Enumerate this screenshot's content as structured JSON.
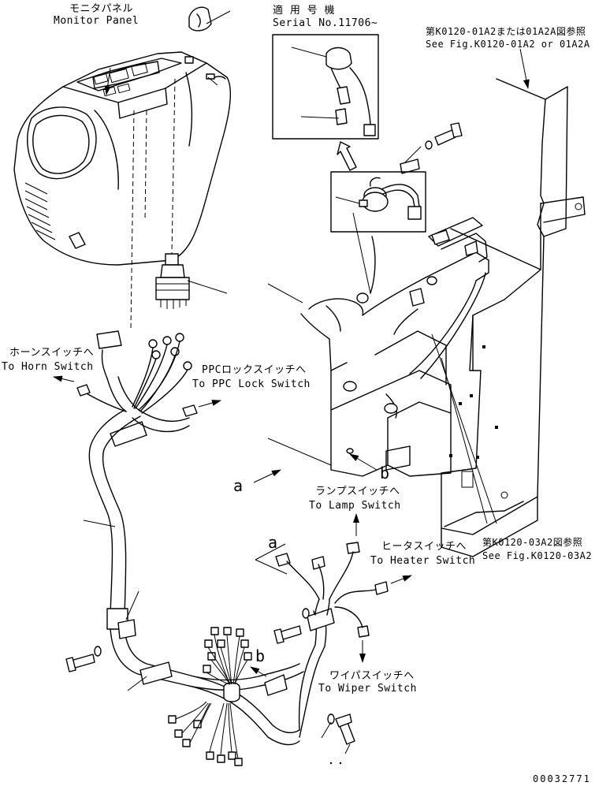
{
  "labels": {
    "monitor_panel_jp": "モニタパネル",
    "monitor_panel_en": "Monitor Panel",
    "serial_jp": "適 用 号 機",
    "serial_en": "Serial No.11706~",
    "ref_top_jp": "第K0120-01A2または01A2A図参照",
    "ref_top_en": "See Fig.K0120-01A2 or 01A2A",
    "horn_jp": "ホーンスイッチへ",
    "horn_en": "To Horn Switch",
    "ppc_jp": "PPCロックスイッチへ",
    "ppc_en": "To PPC Lock Switch",
    "lamp_jp": "ランプスイッチへ",
    "lamp_en": "To Lamp Switch",
    "heater_jp": "ヒータスイッチへ",
    "heater_en": "To Heater Switch",
    "ref_right_jp": "第K0120-03A2図参照",
    "ref_right_en": "See Fig.K0120-03A2",
    "wiper_jp": "ワイパスイッチへ",
    "wiper_en": "To Wiper Switch",
    "letter_a": "a",
    "letter_b": "b",
    "drawing_no": "00032771"
  }
}
